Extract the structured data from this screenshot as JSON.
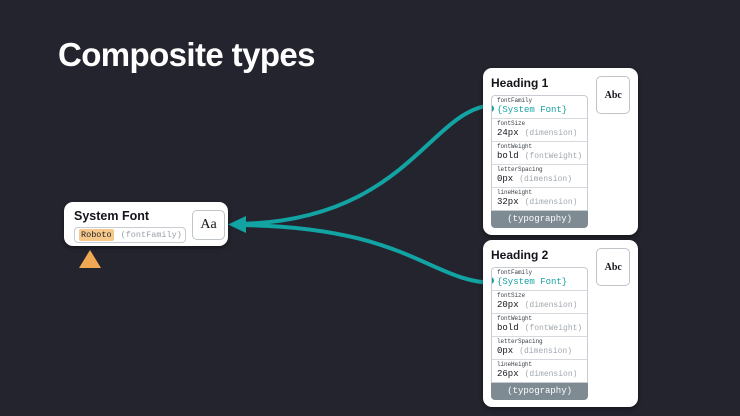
{
  "page": {
    "title": "Composite types",
    "background_color": "#24242E",
    "accent_color": "#12A3A3",
    "warning_color": "#F0A952",
    "token_highlight_color": "#F6C88A"
  },
  "nodes": {
    "system_font": {
      "title": "System Font",
      "value": "Roboto",
      "type_hint": "(fontFamily)",
      "chip_label": "Aa",
      "warning_icon": "warning-triangle-icon"
    },
    "heading1": {
      "title": "Heading 1",
      "chip_label": "Abc",
      "footer": "(typography)",
      "properties": [
        {
          "name": "fontFamily",
          "value": "{System Font}",
          "type": "",
          "is_reference": true,
          "linked": true
        },
        {
          "name": "fontSize",
          "value": "24px",
          "type": "(dimension)",
          "is_reference": false,
          "linked": false
        },
        {
          "name": "fontWeight",
          "value": "bold",
          "type": "(fontWeight)",
          "is_reference": false,
          "linked": false
        },
        {
          "name": "letterSpacing",
          "value": "0px",
          "type": "(dimension)",
          "is_reference": false,
          "linked": false
        },
        {
          "name": "lineHeight",
          "value": "32px",
          "type": "(dimension)",
          "is_reference": false,
          "linked": false
        }
      ]
    },
    "heading2": {
      "title": "Heading 2",
      "chip_label": "Abc",
      "footer": "(typography)",
      "properties": [
        {
          "name": "fontFamily",
          "value": "{System Font}",
          "type": "",
          "is_reference": true,
          "linked": true
        },
        {
          "name": "fontSize",
          "value": "20px",
          "type": "(dimension)",
          "is_reference": false,
          "linked": false
        },
        {
          "name": "fontWeight",
          "value": "bold",
          "type": "(fontWeight)",
          "is_reference": false,
          "linked": false
        },
        {
          "name": "letterSpacing",
          "value": "0px",
          "type": "(dimension)",
          "is_reference": false,
          "linked": false
        },
        {
          "name": "lineHeight",
          "value": "26px",
          "type": "(dimension)",
          "is_reference": false,
          "linked": false
        }
      ]
    }
  },
  "edges": [
    {
      "from": "heading1.fontFamily",
      "to": "system-font",
      "color": "#12A3A3"
    },
    {
      "from": "heading2.fontFamily",
      "to": "system-font",
      "color": "#12A3A3"
    }
  ]
}
